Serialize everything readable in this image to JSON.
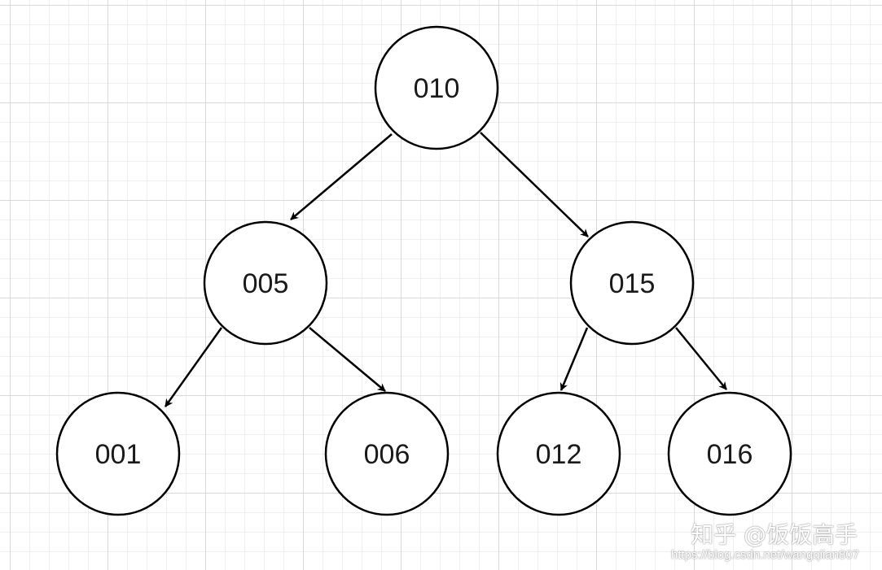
{
  "diagram": {
    "colors": {
      "node_fill": "#ffffff",
      "stroke": "#000000",
      "grid_major": "#d9d9d9",
      "grid_minor": "#efefef"
    },
    "nodes": [
      {
        "id": "n010",
        "label": "010"
      },
      {
        "id": "n005",
        "label": "005"
      },
      {
        "id": "n015",
        "label": "015"
      },
      {
        "id": "n001",
        "label": "001"
      },
      {
        "id": "n006",
        "label": "006"
      },
      {
        "id": "n012",
        "label": "012"
      },
      {
        "id": "n016",
        "label": "016"
      }
    ],
    "edges": [
      {
        "from": "010",
        "to": "005"
      },
      {
        "from": "010",
        "to": "015"
      },
      {
        "from": "005",
        "to": "001"
      },
      {
        "from": "005",
        "to": "006"
      },
      {
        "from": "015",
        "to": "012"
      },
      {
        "from": "015",
        "to": "016"
      }
    ]
  },
  "watermark": {
    "main": "知乎 @饭饭高手",
    "url": "https://blog.csdn.net/wangqiian807"
  }
}
